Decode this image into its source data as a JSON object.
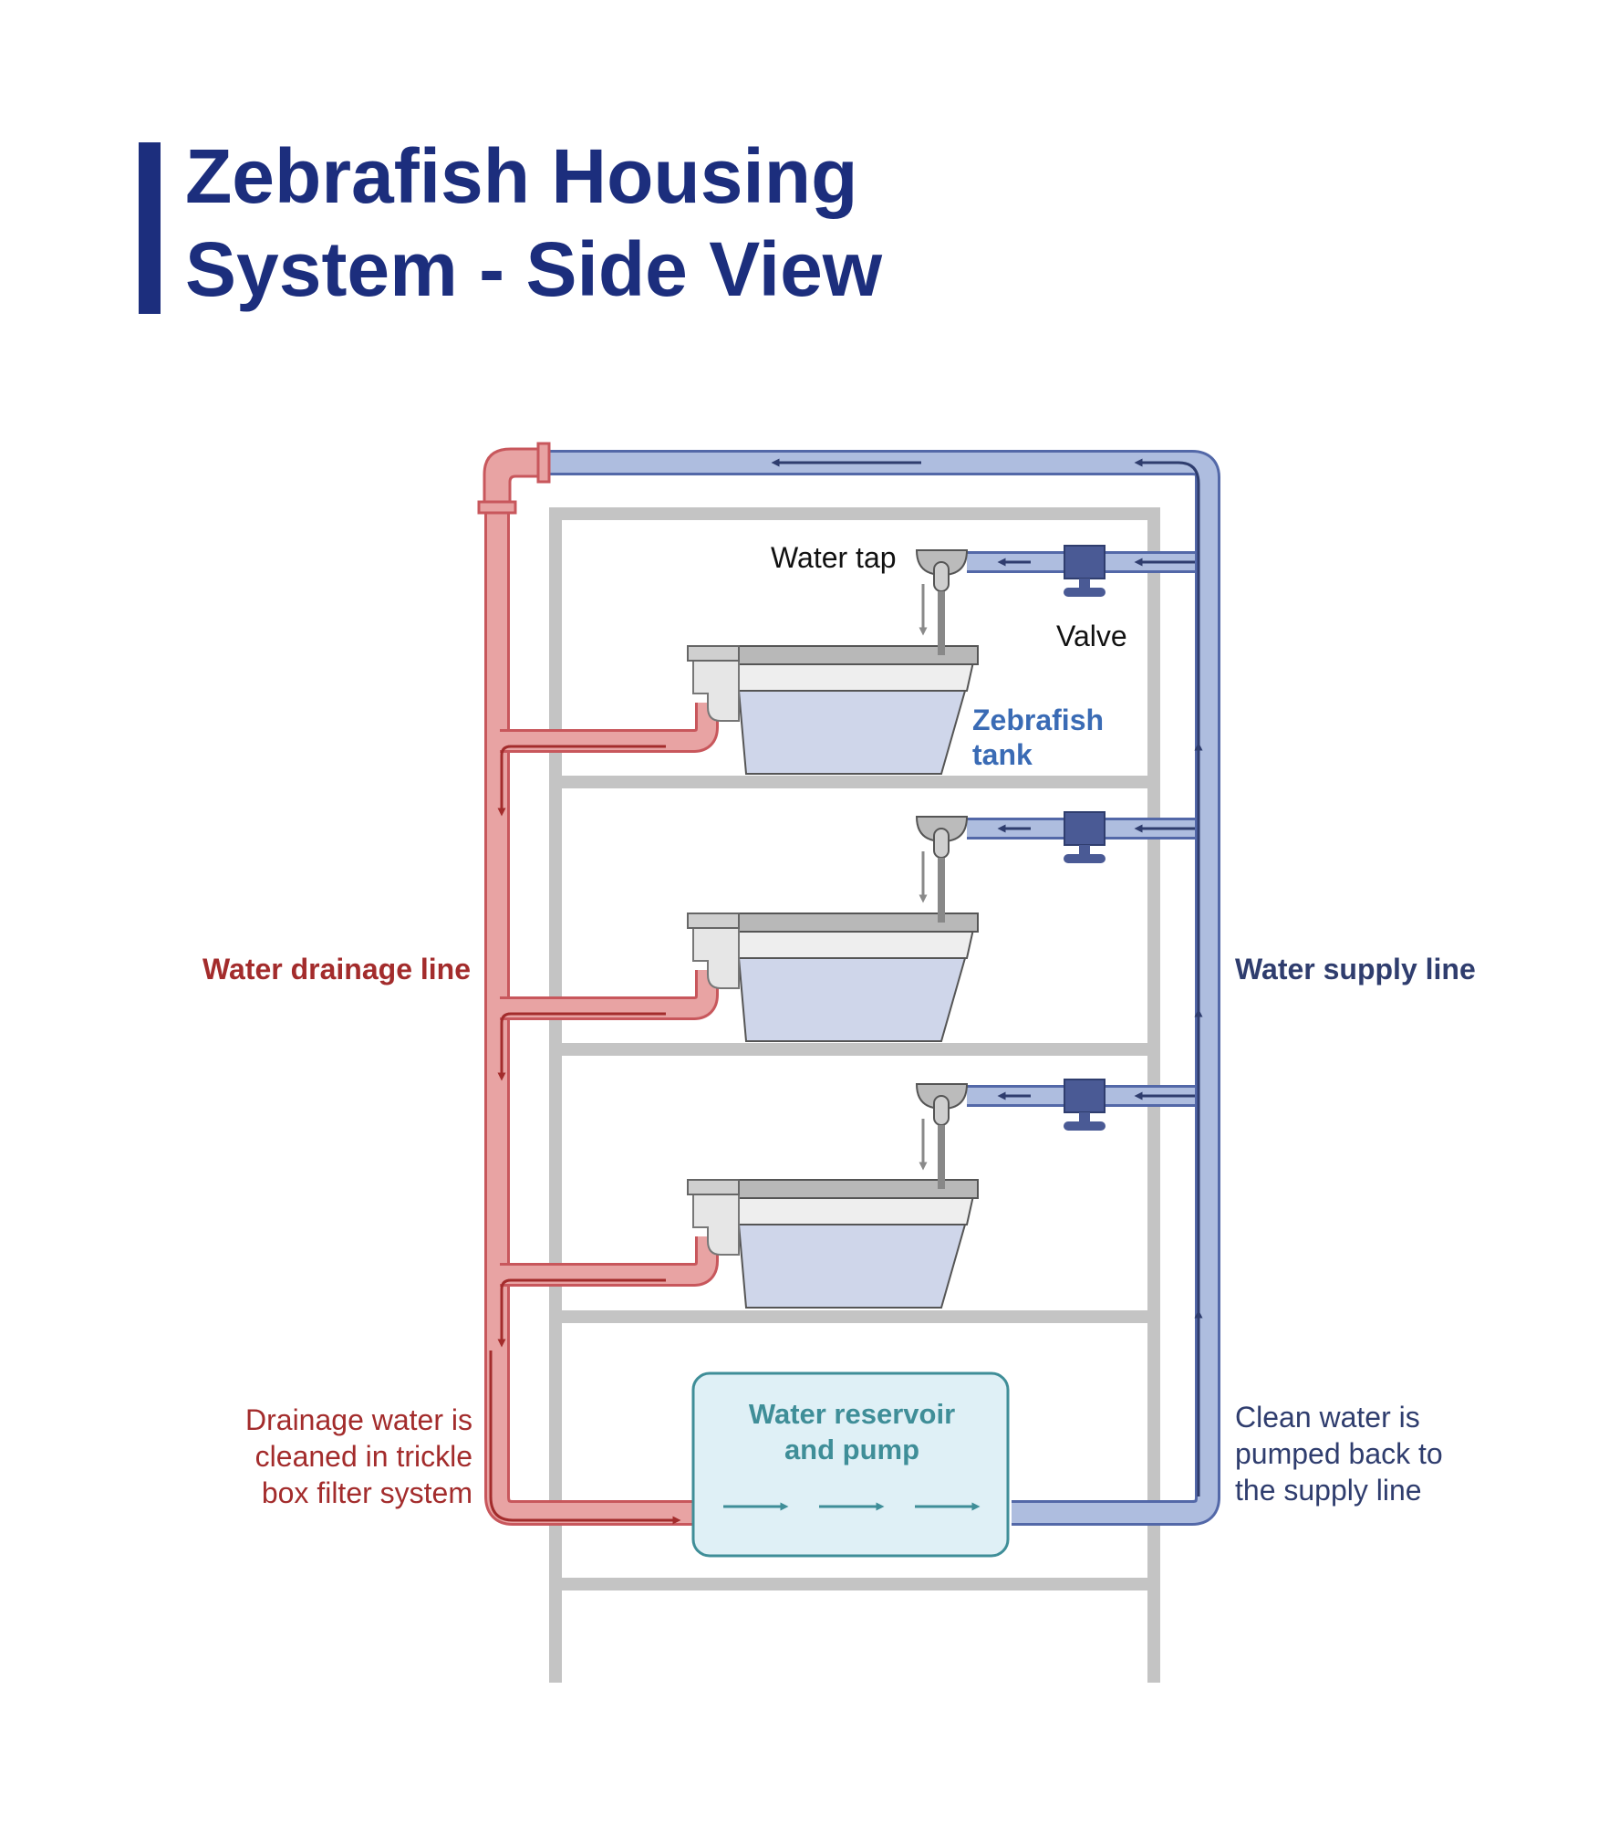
{
  "title": {
    "line1": "Zebrafish Housing",
    "line2": "System - Side View"
  },
  "labels": {
    "water_tap": "Water tap",
    "valve": "Valve",
    "zebrafish_tank_line1": "Zebrafish",
    "zebrafish_tank_line2": "tank",
    "drainage_line": "Water drainage line",
    "supply_line": "Water supply line",
    "reservoir_line1": "Water reservoir",
    "reservoir_line2": "and pump",
    "drainage_note": [
      "Drainage water is",
      "cleaned in trickle",
      "box filter system"
    ],
    "clean_note": [
      "Clean water is",
      "pumped back to",
      "the supply line"
    ]
  },
  "colors": {
    "title": "#1c2e7d",
    "drain_pipe": "#e8a3a3",
    "drain_stroke": "#c8575c",
    "drain_text": "#a32c2c",
    "supply_pipe": "#aebddf",
    "supply_stroke": "#5368a8",
    "supply_text": "#2f3d6e",
    "tank_label": "#3a6bb5",
    "reservoir_fill": "#dff0f6",
    "reservoir_stroke": "#3f8e98",
    "reservoir_text": "#3f8e98",
    "rack": "#c4c4c4",
    "valve": "#4a5a95"
  }
}
